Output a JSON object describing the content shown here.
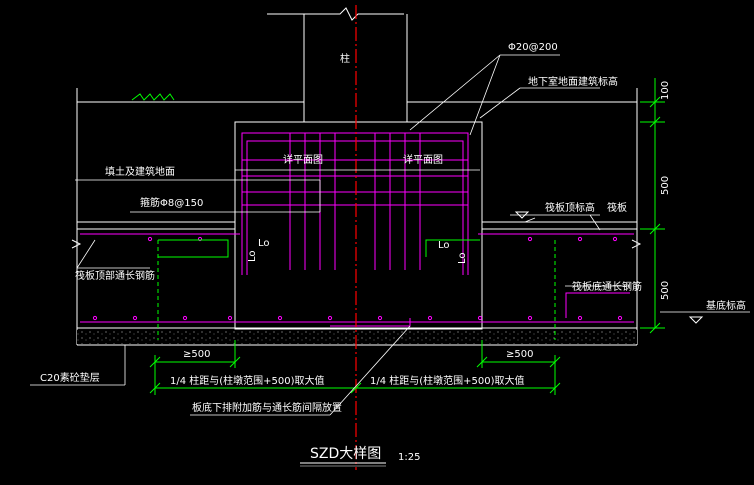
{
  "drawing": {
    "title": "SZD大样图",
    "scale": "1:25",
    "column": "柱",
    "rebar_top": "Φ20@200",
    "basement_floor": "地下室地面建筑标高",
    "backfill": "填土及建筑地面",
    "stirrup": "箍筋Φ8@150",
    "raft_top": "筏板顶标高",
    "raft": "筏板",
    "raft_top_rebar": "筏板顶部通长钢筋",
    "raft_bottom_rebar": "筏板底通长钢筋",
    "base_elev": "基底标高",
    "detail_left": "详平面图",
    "detail_right": "详平面图",
    "lo_1": "Lo",
    "lo_2": "Lo",
    "lo_3": "Lo",
    "lo_4": "Lo",
    "cushion": "C20素砼垫层",
    "ge500_left": "≥500",
    "ge500_right": "≥500",
    "quarter_left": "1/4 柱距与(柱墩范围+500)取大值",
    "quarter_right": "1/4 柱距与(柱墩范围+500)取大值",
    "bottom_note": "板底下排附加筋与通长筋间隔放置",
    "dim_100": "100",
    "dim_500_a": "500",
    "dim_500_b": "500"
  },
  "colors": {
    "background": "#000000",
    "structure": "#ffffff",
    "rebar": "#ff00ff",
    "dimension": "#00ff00",
    "centerline": "#ff0000",
    "text": "#ffffff",
    "note": "#ffff00"
  }
}
